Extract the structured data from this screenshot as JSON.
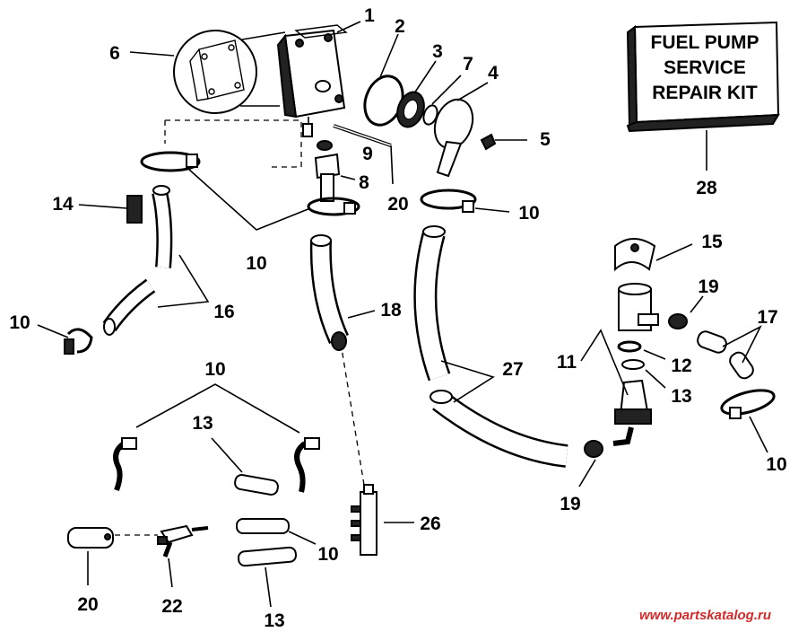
{
  "kit_box": {
    "lines": [
      "FUEL PUMP",
      "SERVICE",
      "REPAIR KIT"
    ],
    "callout": "28"
  },
  "callouts": {
    "c1": "1",
    "c2": "2",
    "c3": "3",
    "c4": "4",
    "c5": "5",
    "c6": "6",
    "c7": "7",
    "c8": "8",
    "c9": "9",
    "c10a": "10",
    "c10b": "10",
    "c10c": "10",
    "c10d": "10",
    "c10e": "10",
    "c10f": "10",
    "c11": "11",
    "c12": "12",
    "c13a": "13",
    "c13b": "13",
    "c13c": "13",
    "c14": "14",
    "c15": "15",
    "c16": "16",
    "c17": "17",
    "c18": "18",
    "c19a": "19",
    "c19b": "19",
    "c20a": "20",
    "c20b": "20",
    "c22": "22",
    "c26": "26",
    "c27": "27"
  },
  "watermark": "www.partskatalog.ru",
  "colors": {
    "line": "#000000",
    "background": "#ffffff",
    "watermark": "#d22a2a"
  }
}
